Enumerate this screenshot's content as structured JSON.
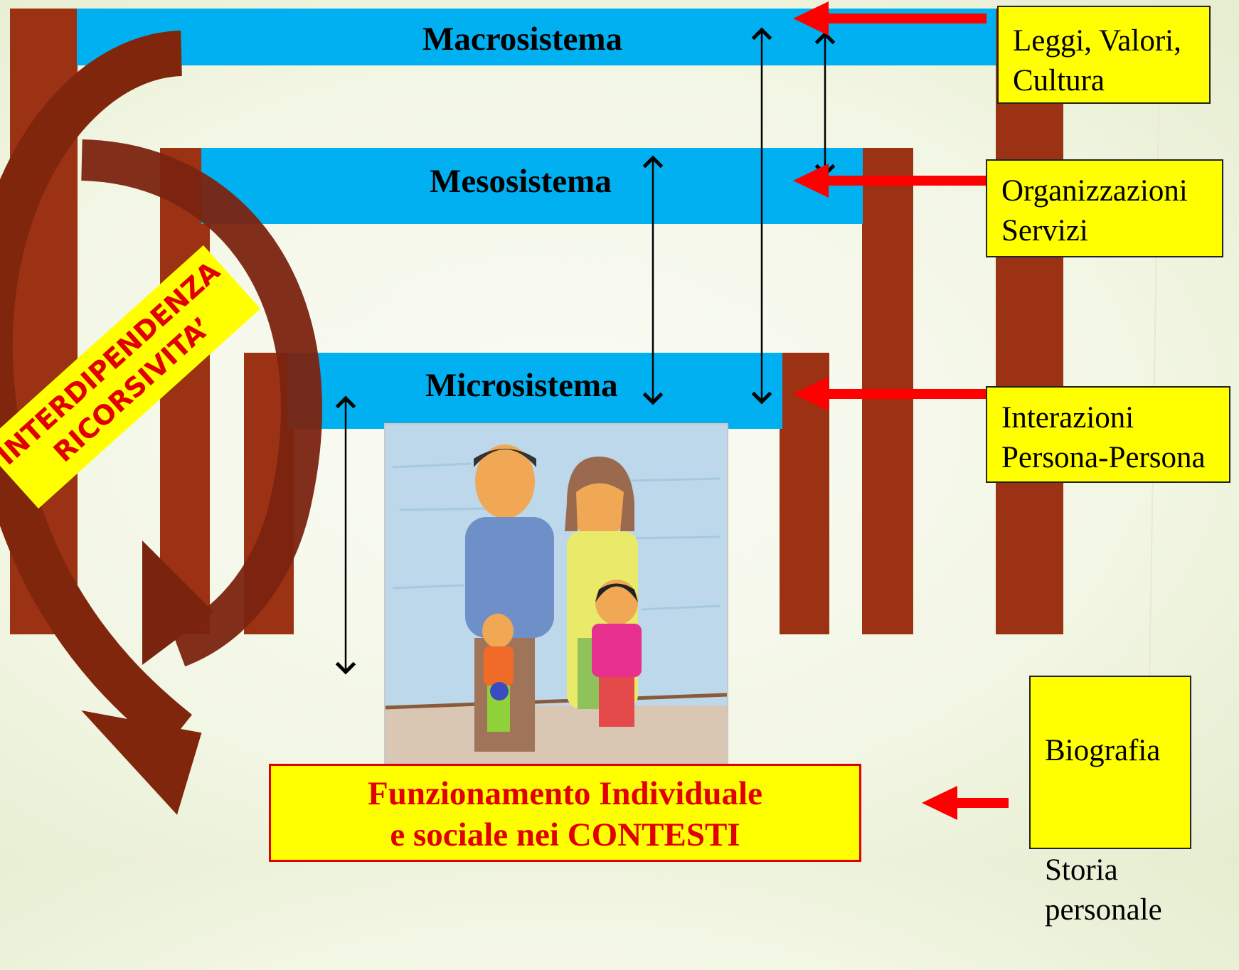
{
  "levels": {
    "macro": "Macrosistema",
    "meso": "Mesosistema",
    "micro": "Microsistema"
  },
  "factors": {
    "macro": "Leggi, Valori,\n Cultura",
    "meso": "Organizzazioni\nServizi",
    "micro": "Interazioni\nPersona-Persona",
    "biography_1": "Biografia",
    "biography_2": "Storia\npersonale"
  },
  "outcome": {
    "line1": "Funzionamento Individuale",
    "line2": "e sociale nei CONTESTI"
  },
  "banner": {
    "line1": "INTERDIPENDENZA",
    "line2": "RICORSIVITA’"
  },
  "colors": {
    "band": "#00b0f0",
    "pillar": "#9c3214",
    "label_box": "#ffff00",
    "arrow": "#ff0000",
    "outcome_text": "#e00000"
  },
  "image": "child-drawing-family"
}
